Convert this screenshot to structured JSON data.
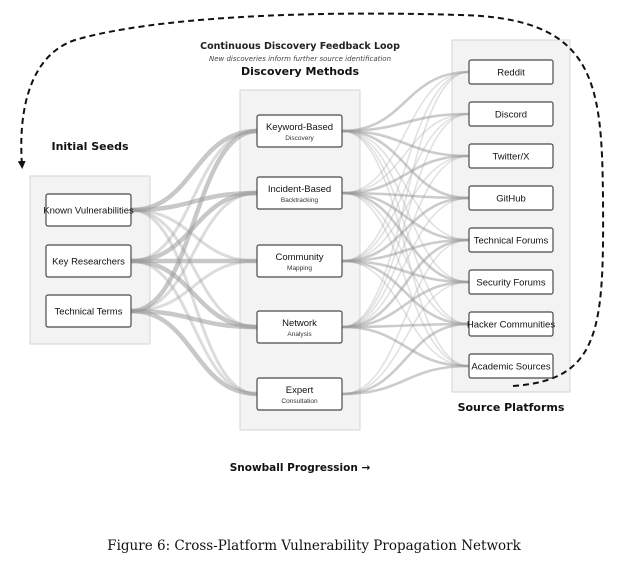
{
  "feedback_loop": {
    "title": "Continuous Discovery Feedback Loop",
    "subtitle": "New discoveries inform further source identification"
  },
  "columns": {
    "seeds_title": "Initial Seeds",
    "methods_title": "Discovery Methods",
    "platforms_title": "Source Platforms"
  },
  "seeds": [
    {
      "label": "Known Vulnerabilities"
    },
    {
      "label": "Key Researchers"
    },
    {
      "label": "Technical Terms"
    }
  ],
  "methods": [
    {
      "label": "Keyword-Based",
      "sub": "Discovery"
    },
    {
      "label": "Incident-Based",
      "sub": "Backtracking"
    },
    {
      "label": "Community",
      "sub": "Mapping"
    },
    {
      "label": "Network",
      "sub": "Analysis"
    },
    {
      "label": "Expert",
      "sub": "Consultation"
    }
  ],
  "platforms": [
    {
      "label": "Reddit"
    },
    {
      "label": "Discord"
    },
    {
      "label": "Twitter/X"
    },
    {
      "label": "GitHub"
    },
    {
      "label": "Technical Forums"
    },
    {
      "label": "Security Forums"
    },
    {
      "label": "Hacker Communities"
    },
    {
      "label": "Academic Sources"
    }
  ],
  "progression_label": "Snowball Progression →",
  "caption": "Figure 6: Cross-Platform Vulnerability Propagation Network"
}
